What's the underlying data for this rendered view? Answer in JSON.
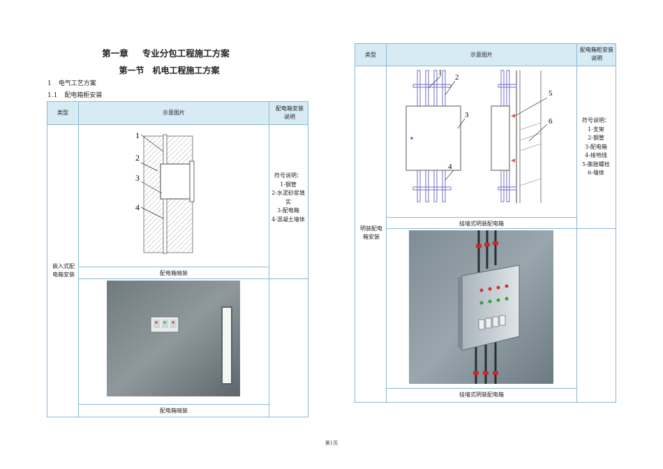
{
  "heading": {
    "chapter_no": "第一章",
    "chapter_title": "专业分包工程施工方案",
    "section_no": "第一节",
    "section_title": "机电工程施工方案",
    "h1_no": "1",
    "h1_text": "电气工艺方案",
    "h2_no": "1.1",
    "h2_text": "配电箱柜安装"
  },
  "left_table": {
    "col_type": "类型",
    "col_image": "示意图片",
    "col_desc": "配电箱安装说明",
    "row_type": "嵌入式配电箱安装",
    "caption1": "配电箱暗装",
    "caption2": "配电箱暗装",
    "legend_title": "符号说明：",
    "legend_items": [
      "1-钢管",
      "2-水泥砂浆填实",
      "3-配电箱",
      "4-混凝土墙体"
    ],
    "diagram_labels": [
      "1",
      "2",
      "3",
      "4"
    ]
  },
  "right_table": {
    "col_type": "类型",
    "col_image": "示意图片",
    "col_desc": "配电箱柜安装说明",
    "row_type": "明装配电箱安装",
    "caption1": "挂墙式明装配电箱",
    "caption2": "挂墙式明装配电箱",
    "legend_title": "符号说明：",
    "legend_items": [
      "1-支架",
      "2-钢管",
      "3-配电箱",
      "4-接地线",
      "5-膨胀螺栓",
      "6-墙体"
    ],
    "diagram_labels": [
      "1",
      "2",
      "3",
      "4",
      "5",
      "6"
    ]
  },
  "footer": "第1页",
  "colors": {
    "table_border": "#8ab8d2",
    "header_fill": "#d7ebf5",
    "pipe": "#6060c0"
  }
}
